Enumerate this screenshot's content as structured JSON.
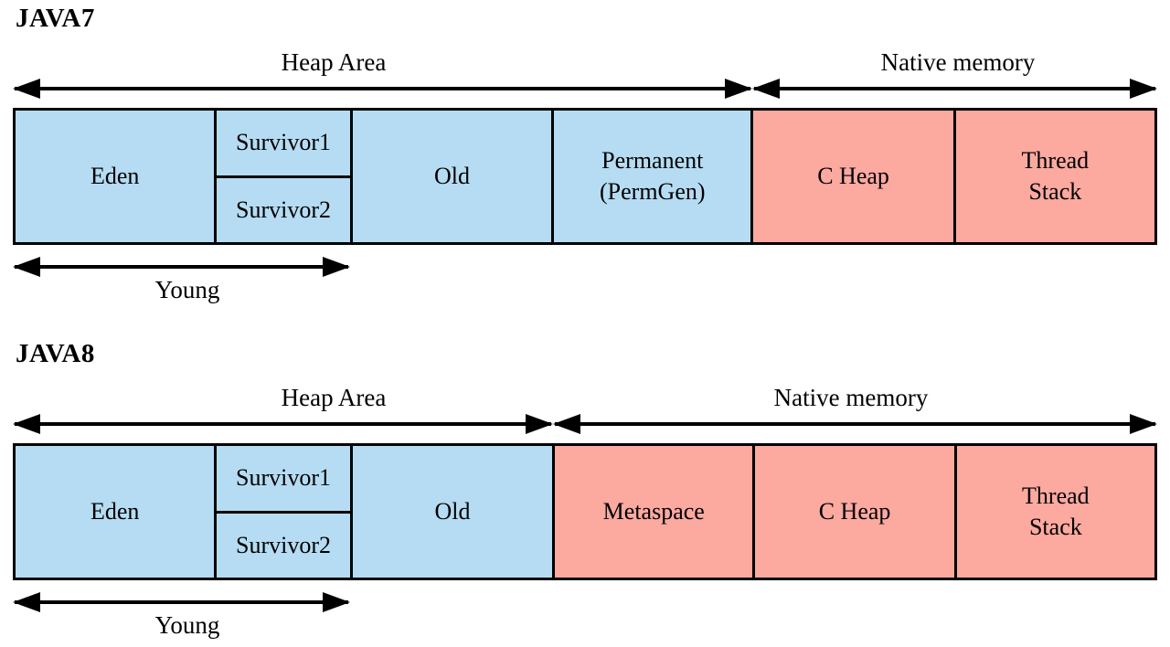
{
  "diagram": {
    "java7": {
      "title": "JAVA7",
      "heap_area_label": "Heap Area",
      "native_memory_label": "Native memory",
      "young_label": "Young",
      "cells": {
        "eden": "Eden",
        "survivor1": "Survivor1",
        "survivor2": "Survivor2",
        "old": "Old",
        "permanent": "Permanent\n(PermGen)",
        "c_heap": "C Heap",
        "thread_stack": "Thread\nStack"
      }
    },
    "java8": {
      "title": "JAVA8",
      "heap_area_label": "Heap Area",
      "native_memory_label": "Native memory",
      "young_label": "Young",
      "cells": {
        "eden": "Eden",
        "survivor1": "Survivor1",
        "survivor2": "Survivor2",
        "old": "Old",
        "metaspace": "Metaspace",
        "c_heap": "C Heap",
        "thread_stack": "Thread\nStack"
      }
    }
  },
  "colors": {
    "heap_fill": "#b5dcf2",
    "native_fill": "#fca9a0",
    "line": "#000000",
    "text": "#000000",
    "background": "#ffffff"
  }
}
